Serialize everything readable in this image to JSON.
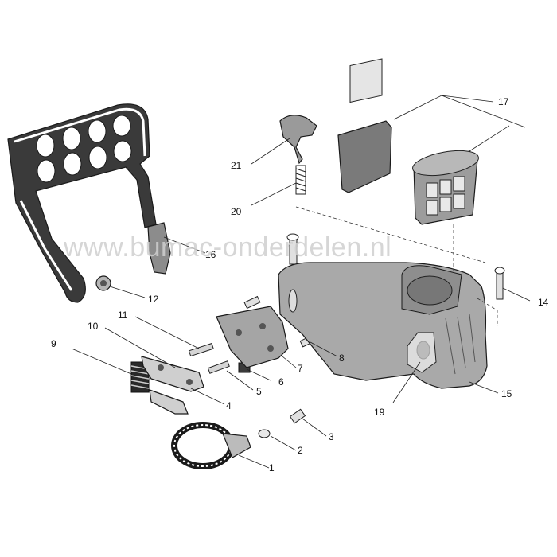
{
  "watermark": "www.bumac-onderdelen.nl",
  "colors": {
    "part_fill": "#a9a9a9",
    "part_dark": "#3a3a3a",
    "line": "#1a1a1a"
  },
  "callouts": [
    "1",
    "2",
    "3",
    "4",
    "5",
    "6",
    "7",
    "8",
    "9",
    "10",
    "11",
    "12",
    "14",
    "15",
    "16",
    "17",
    "19",
    "20",
    "21"
  ]
}
